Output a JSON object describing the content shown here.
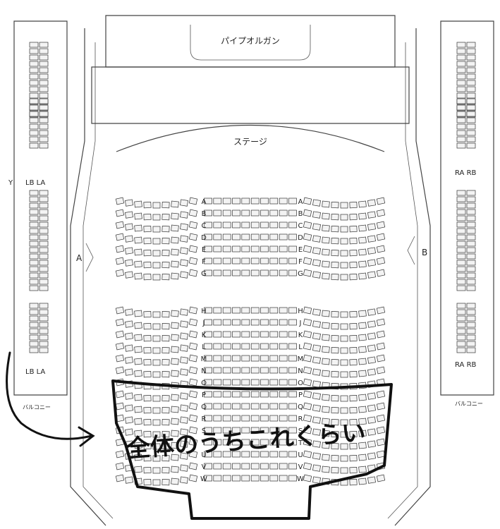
{
  "labels": {
    "organ": "パイプオルガン",
    "stage": "ステージ",
    "entrance_a": "A",
    "entrance_b": "B",
    "balcony_left": "バルコニー",
    "balcony_right": "バルコニー",
    "lb_la_top": "LB LA",
    "lb_la_bottom": "LB LA",
    "ra_rb_top": "RA RB",
    "ra_rb_bottom": "RA RB",
    "side_mark_y": "Y"
  },
  "rows": [
    "A",
    "B",
    "C",
    "D",
    "E",
    "F",
    "G",
    "H",
    "J",
    "K",
    "L",
    "M",
    "N",
    "O",
    "P",
    "Q",
    "R",
    "S",
    "T",
    "U",
    "V",
    "W"
  ],
  "annotation": {
    "text": "全体のうちこれくらい",
    "pen_color": "#111111"
  },
  "colors": {
    "line": "#333333",
    "seat_fill": "#f3f3f3",
    "paper": "#ffffff"
  }
}
